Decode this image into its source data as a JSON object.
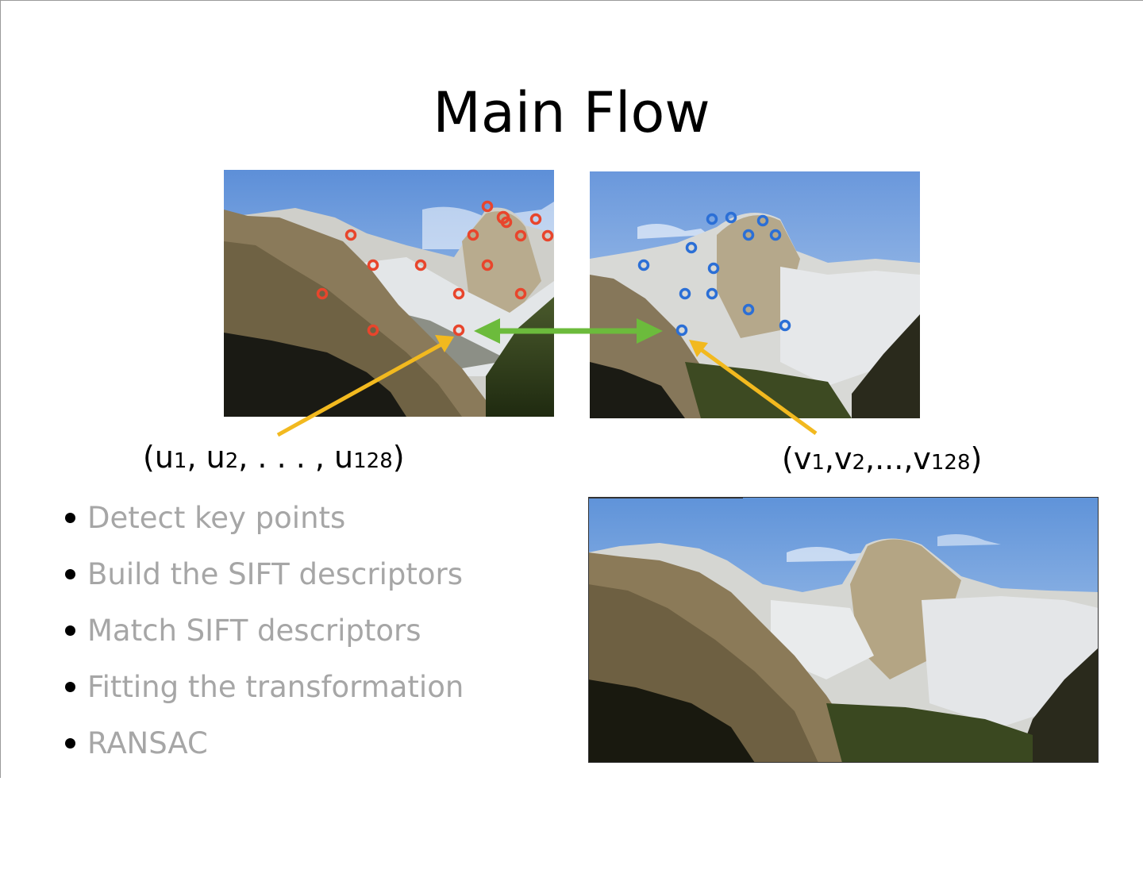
{
  "slide": {
    "title": "Main Flow",
    "descriptor_left": {
      "open": "(u",
      "i1": "1",
      "sep1": ", u",
      "i2": "2",
      "mid": ", . . . , u",
      "i3": "128",
      "close": ")"
    },
    "descriptor_right": {
      "open": "(v",
      "i1": "1",
      "sep1": ",v",
      "i2": "2",
      "mid": ",...,v",
      "i3": "128",
      "close": ")"
    },
    "bullets": [
      "Detect key points",
      "Build the SIFT descriptors",
      "Match SIFT descriptors",
      "Fitting the transformation",
      "RANSAC"
    ]
  },
  "colors": {
    "keypoint_left": "#e8452c",
    "keypoint_right": "#2b6fd6",
    "match_arrow": "#6cbb3c",
    "pointer_arrow": "#f2b91f",
    "bullet_text": "#a6a6a6"
  },
  "icons": {
    "bullet": "filled-circle"
  }
}
